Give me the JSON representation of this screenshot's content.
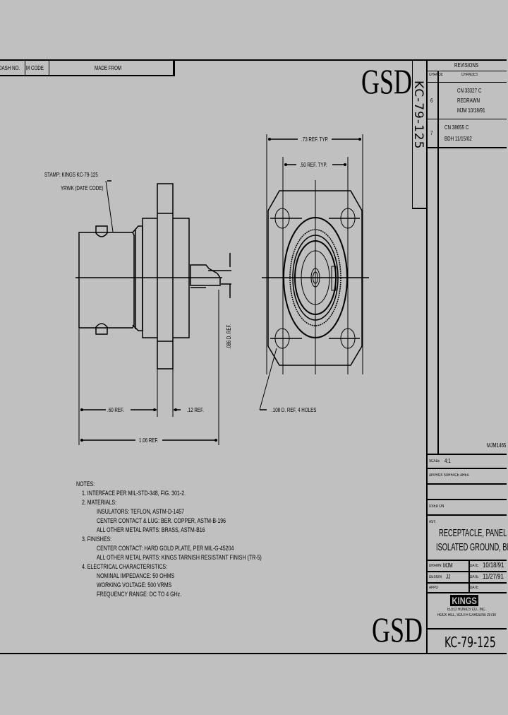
{
  "header_table": {
    "columns": [
      "DASH NO.",
      "M CODE",
      "MADE FROM"
    ]
  },
  "watermark": {
    "top": "GSD",
    "bottom": "GSD"
  },
  "side_part_number": "KC-79-125",
  "revisions": {
    "title": "REVISIONS",
    "col_change": "CHANGE",
    "col_changes": "CHANGES",
    "entries": [
      {
        "change": "6",
        "lines": [
          "CN 33327 C",
          "REDRAWN",
          "MJM 10/18/91"
        ]
      },
      {
        "change": "7",
        "lines": [
          "CN 38655 C",
          "BDH 11/15/02"
        ]
      }
    ],
    "drawing_ref": "MJM1465"
  },
  "drawing": {
    "stamp_label": "STAMP: KINGS KC-79-125",
    "stamp_label_2": "YRWK (DATE CODE)",
    "dim_073": ".73 REF. TYP.",
    "dim_050": ".50 REF. TYP.",
    "dim_086": ".086 D. REF.",
    "dim_060": ".60 REF.",
    "dim_012": ".12 REF.",
    "dim_106": "1.06 REF.",
    "dim_holes": ".108 D. REF, 4 HOLES"
  },
  "notes": {
    "title": "NOTES:",
    "items": [
      "1. INTERFACE PER MIL-STD-348, FIG. 301-2.",
      "2. MATERIALS:",
      "INSULATORS: TEFLON, ASTM-D-1457",
      "CENTER CONTACT & LUG: BER. COPPER, ASTM-B-196",
      "ALL OTHER METAL PARTS: BRASS, ASTM-B16",
      "3. FINISHES:",
      "CENTER CONTACT: HARD GOLD PLATE, PER MIL-G-45204",
      "ALL OTHER METAL PARTS: KINGS TARNISH RESISTANT FINISH (TR-5)",
      "4. ELECTRICAL CHARACTERISTICS:",
      "NOMINAL IMPEDANCE: 50 OHMS",
      "WORKING VOLTAGE: 500 VRMS",
      "FREQUENCY RANGE: DC TO 4 GHz."
    ]
  },
  "title_block": {
    "scale_label": "SCALE",
    "scale_value": "4:1",
    "approx_surface_area": "APPROX SURFACE AREA",
    "used_on": "USED ON",
    "assy": "ASY.",
    "title_line1": "RECEPTACLE, PANEL",
    "title_line2": "ISOLATED GROUND, BNC",
    "drawn_label": "DRAWN",
    "drawn_value": "MJM",
    "drawn_date_label": "DATE",
    "drawn_date": "10/18/91",
    "design_label": "DESIGN",
    "design_value": "JJ",
    "design_date_label": "DATE",
    "design_date": "11/27/91",
    "appd_label": "APPD",
    "appd_date_label": "DATE",
    "company_logo": "KINGS",
    "company_name": "ELECTRONICS CO., INC.",
    "company_address": "ROCK HILL, SOUTH CAROLINA 29730",
    "part_number": "KC-79-125"
  }
}
